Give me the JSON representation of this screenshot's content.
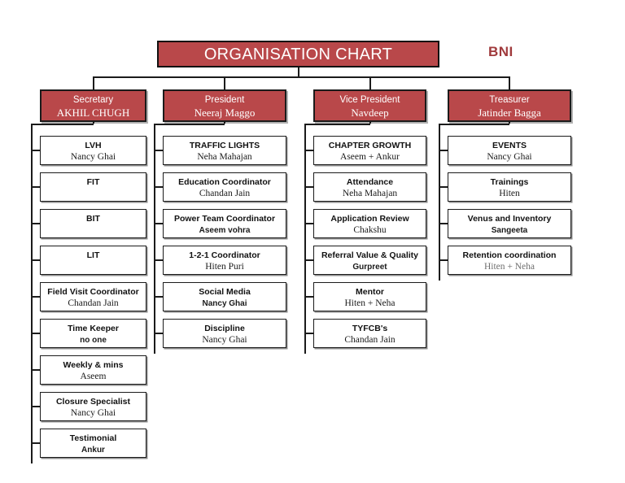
{
  "title": {
    "text": "ORGANISATION CHART",
    "brand": "BNI",
    "brand_color": "#a03a3c",
    "box_color": "#b9484a"
  },
  "columns": [
    {
      "key": "secretary",
      "head": {
        "role": "Secretary",
        "person": "AKHIL CHUGH"
      },
      "items": [
        {
          "title": "LVH",
          "person": "Nancy Ghai",
          "person_style": "serif"
        },
        {
          "title": "FIT",
          "person": "",
          "person_style": "serif"
        },
        {
          "title": "BIT",
          "person": "",
          "person_style": "serif"
        },
        {
          "title": "LIT",
          "person": "",
          "person_style": "serif"
        },
        {
          "title": "Field Visit Coordinator",
          "person": "Chandan Jain",
          "person_style": "serif"
        },
        {
          "title": "Time Keeper",
          "person": "no one",
          "person_style": "sans"
        },
        {
          "title": "Weekly & mins",
          "person": "Aseem",
          "person_style": "serif"
        },
        {
          "title": "Closure Specialist",
          "person": "Nancy Ghai",
          "person_style": "serif"
        },
        {
          "title": "Testimonial",
          "person": "Ankur",
          "person_style": "sans"
        }
      ]
    },
    {
      "key": "president",
      "head": {
        "role": "President",
        "person": "Neeraj Maggo"
      },
      "items": [
        {
          "title": "TRAFFIC LIGHTS",
          "person": "Neha Mahajan",
          "person_style": "serif"
        },
        {
          "title": "Education Coordinator",
          "person": "Chandan Jain",
          "person_style": "serif"
        },
        {
          "title": "Power Team Coordinator",
          "person": "Aseem vohra",
          "person_style": "sans"
        },
        {
          "title": "1-2-1 Coordinator",
          "person": "Hiten Puri",
          "person_style": "serif"
        },
        {
          "title": "Social Media",
          "person": "Nancy Ghai",
          "person_style": "sans"
        },
        {
          "title": "Discipline",
          "person": "Nancy Ghai",
          "person_style": "serif"
        }
      ]
    },
    {
      "key": "vice-president",
      "head": {
        "role": "Vice President",
        "person": "Navdeep"
      },
      "items": [
        {
          "title": "CHAPTER GROWTH",
          "person": "Aseem + Ankur",
          "person_style": "serif"
        },
        {
          "title": "Attendance",
          "person": "Neha Mahajan",
          "person_style": "serif"
        },
        {
          "title": "Application Review",
          "person": "Chakshu",
          "person_style": "serif"
        },
        {
          "title": "Referral Value & Quality",
          "person": "Gurpreet",
          "person_style": "sans"
        },
        {
          "title": "Mentor",
          "person": "Hiten + Neha",
          "person_style": "serif"
        },
        {
          "title": "TYFCB's",
          "person": "Chandan Jain",
          "person_style": "serif"
        }
      ]
    },
    {
      "key": "treasurer",
      "head": {
        "role": "Treasurer",
        "person": "Jatinder Bagga"
      },
      "items": [
        {
          "title": "EVENTS",
          "person": "Nancy Ghai",
          "person_style": "serif"
        },
        {
          "title": "Trainings",
          "person": "Hiten",
          "person_style": "serif"
        },
        {
          "title": "Venus and Inventory",
          "person": "Sangeeta",
          "person_style": "sans"
        },
        {
          "title": "Retention coordination",
          "person": "Hiten + Neha",
          "person_style": "serif muted"
        }
      ]
    }
  ]
}
